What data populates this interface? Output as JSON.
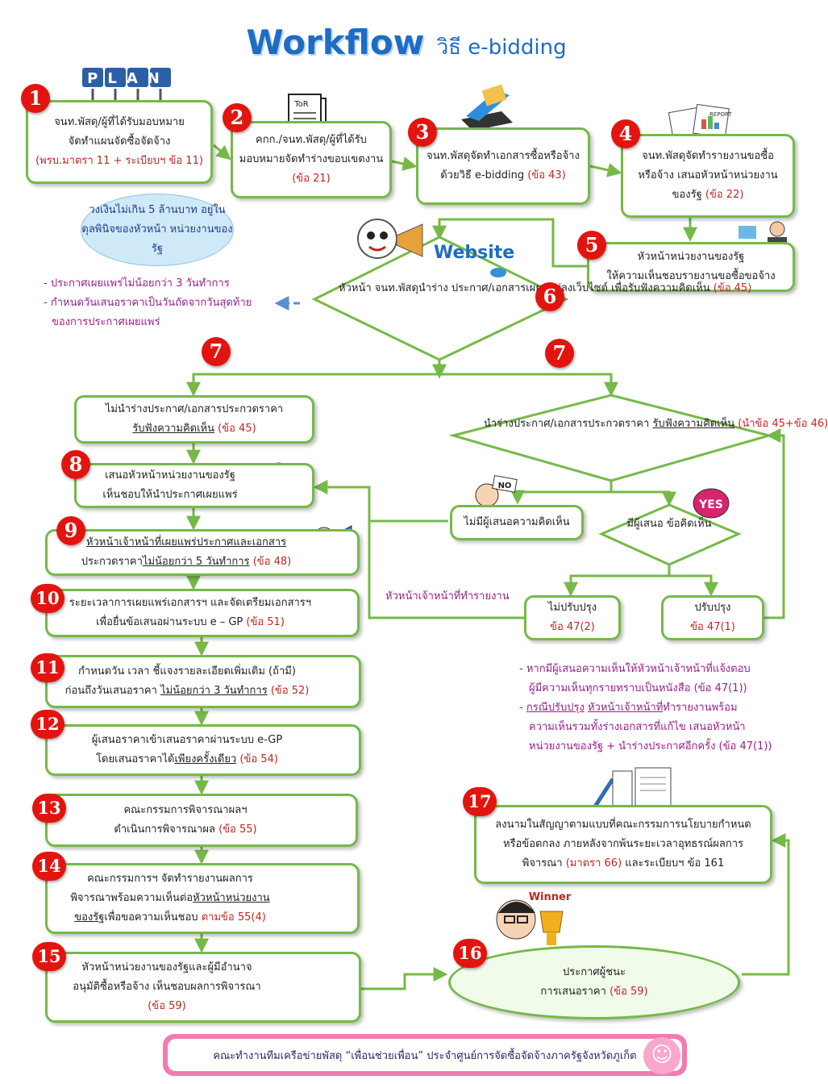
{
  "header": {
    "title_main": "Workflow",
    "title_sub": "วิธี e-bidding"
  },
  "steps": {
    "s1": {
      "num": "1",
      "l1": "จนท.พัสดุ/ผู้ที่ได้รับมอบหมาย",
      "l2": "จัดทำแผนจัดซื้อจัดจ้าง",
      "l3": "(พรบ.มาตรา 11 + ระเบียบฯ  ข้อ 11)"
    },
    "s2": {
      "num": "2",
      "l1": "คกก./จนท.พัสดุ/ผู้ที่ได้รับ",
      "l2": "มอบหมายจัดทำร่างขอบเขตงาน",
      "l3": "(ข้อ 21)"
    },
    "s3": {
      "num": "3",
      "l1": "จนท.พัสดุจัดทำเอกสารซื้อหรือจ้าง",
      "l2a": "ด้วยวิธี  e-bidding",
      "l2b": "(ข้อ 43)"
    },
    "s4": {
      "num": "4",
      "l1": "จนท.พัสดุจัดทำรายงานขอซื้อ",
      "l2": "หรือจ้าง  เสนอหัวหน้าหน่วยงาน",
      "l3a": "ของรัฐ",
      "l3b": "(ข้อ 22)"
    },
    "s5": {
      "num": "5",
      "l1": "หัวหน้าหน่วยงานของรัฐ",
      "l2": "ให้ความเห็นชอบรายงานขอซื้อขอจ้าง"
    },
    "s6": {
      "num": "6",
      "l1": "หัวหน้า  จนท.พัสดุนำร่าง",
      "l2": "ประกาศ/เอกสารเผยแพร่ลงเว็บไซต์",
      "l3": "เพื่อรับฟังความคิดเห็น",
      "l4": "(ข้อ 45)"
    },
    "s7a": {
      "num": "7",
      "l1": "ไม่นำร่างประกาศ/เอกสารประกวดราคา",
      "l2a": "รับฟังความคิดเห็น",
      "l2b": "(ข้อ 45)"
    },
    "s7b": {
      "num": "7",
      "l1": "นำร่างประกาศ/เอกสารประกวดราคา",
      "l2a": "รับฟังความคิดเห็น",
      "l2b": "(นำข้อ 45+ข้อ 46)"
    },
    "s8": {
      "num": "8",
      "l1": "เสนอหัวหน้าหน่วยงานของรัฐ",
      "l2": "เห็นชอบให้นำประกาศเผยแพร่"
    },
    "s9": {
      "num": "9",
      "l1": "หัวหน้าเจ้าหน้าที่เผยแพร่ประกาศและเอกสาร",
      "l2a": "ประกวดราคา",
      "l2b": "ไม่น้อยกว่า  5  วันทำการ",
      "l2c": "(ข้อ 48)"
    },
    "s10": {
      "num": "10",
      "l1": "ระยะเวลาการเผยแพร่เอกสารฯ  และจัดเตรียมเอกสารฯ",
      "l2a": "เพื่อยื่นข้อเสนอผ่านระบบ   e – GP",
      "l2b": "(ข้อ 51)"
    },
    "s11": {
      "num": "11",
      "l1": "กำหนดวัน  เวลา  ชี้แจงรายละเอียดเพิ่มเติม  (ถ้ามี)",
      "l2a": "ก่อนถึงวันเสนอราคา",
      "l2b": "ไม่น้อยกว่า 3 วันทำการ",
      "l2c": "(ข้อ 52)"
    },
    "s12": {
      "num": "12",
      "l1": "ผู้เสนอราคาเข้าเสนอราคาผ่านระบบ   e-GP",
      "l2a": "โดยเสนอราคาได้",
      "l2b": "เพียงครั้งเดียว",
      "l2c": "(ข้อ 54)"
    },
    "s13": {
      "num": "13",
      "l1": "คณะกรรมการพิจารณาผลฯ",
      "l2a": "ดำเนินการพิจารณาผล",
      "l2b": "(ข้อ 55)"
    },
    "s14": {
      "num": "14",
      "l1": "คณะกรรมการฯ  จัดทำรายงานผลการ",
      "l2a": "พิจารณาพร้อมความเห็นต่อ",
      "l2b": "หัวหน้าหน่วยงาน",
      "l3a": "ของรัฐ",
      "l3b": "เพื่อขอความเห็นชอบ",
      "l3c": "ตามข้อ 55(4)"
    },
    "s15": {
      "num": "15",
      "l1": "หัวหน้าหน่วยงานของรัฐและผู้มีอำนาจ",
      "l2": "อนุมัติซื้อหรือจ้าง  เห็นชอบผลการพิจารณา",
      "l3": "(ข้อ 59)"
    },
    "s16": {
      "num": "16",
      "l1": "ประกาศผู้ชนะ",
      "l2a": "การเสนอราคา",
      "l2b": "(ข้อ 59)"
    },
    "s17": {
      "num": "17",
      "l1": "ลงนามในสัญญาตามแบบที่คณะกรรมการนโยบายกำหนด",
      "l2": "หรือข้อตกลง  ภายหลังจากพ้นระยะเวลาอุทธรณ์ผลการ",
      "l3a": "พิจารณา",
      "l3b": "(มาตรา 66)",
      "l3c": "และระเบียบฯ  ข้อ 161"
    }
  },
  "branches": {
    "no_comment": "ไม่มีผู้เสนอความคิดเห็น",
    "has_comment_l1": "มีผู้เสนอ",
    "has_comment_l2": "ข้อคิดเห็น",
    "no_revise_l1": "ไม่ปรับปรุง",
    "no_revise_l2": "ข้อ 47(2)",
    "revise_l1": "ปรับปรุง",
    "revise_l2": "ข้อ 47(1)",
    "report_label": "หัวหน้าเจ้าหน้าที่ทำรายงาน"
  },
  "bubble": {
    "l1": "วงเงินไม่เกิน 5 ล้านบาท",
    "l2": "อยู่ในดุลพินิจของหัวหน้า",
    "l3": "หน่วยงานของรัฐ"
  },
  "notes_left": {
    "l1": "-  ประกาศเผยแพร่ไม่น้อยกว่า   3  วันทำการ",
    "l2": "-  กำหนดวันเสนอราคาเป็นวันถัดจากวันสุดท้าย",
    "l3": "ของการประกาศเผยแพร่"
  },
  "notes_right": {
    "l1": "-  หากมีผู้เสนอความเห็นให้หัวหน้าเจ้าหน้าที่แจ้งตอบ",
    "l2": "ผู้มีความเห็นทุกรายทราบเป็นหนังสือ   (ข้อ 47(1))",
    "l3a": "-",
    "l3b": "กรณีปรับปรุง",
    "l3c": "หัวหน้าเจ้าหน้าที่",
    "l3d": "ทำรายงานพร้อม",
    "l4": "ความเห็นรวมทั้งร่างเอกสารที่แก้ไข   เสนอหัวหน้า",
    "l5": "หน่วยงานของรัฐ  + นำร่างประกาศอีกครั้ง   (ข้อ 47(1))"
  },
  "illustrations": {
    "plan": "PLAN",
    "tor": "ToR",
    "report": "REPORT",
    "website": "Website",
    "no_sign": "NO",
    "yes_sign": "YES",
    "winner": "Winner"
  },
  "footer": {
    "text": "คณะทำงานทีมเครือข่ายพัสดุ  “เพื่อนช่วยเพื่อน”  ประจำศูนย์การจัดซื้อจัดจ้างภาครัฐจังหวัดภูเก็ต"
  },
  "colors": {
    "border": "#76b947",
    "accent_red": "#c0261f",
    "badge": "#e3140f",
    "note": "#9a1f8c",
    "title": "#1e6cc4",
    "footer": "#f27bb1",
    "arrow_blue": "#5b8fd1"
  }
}
